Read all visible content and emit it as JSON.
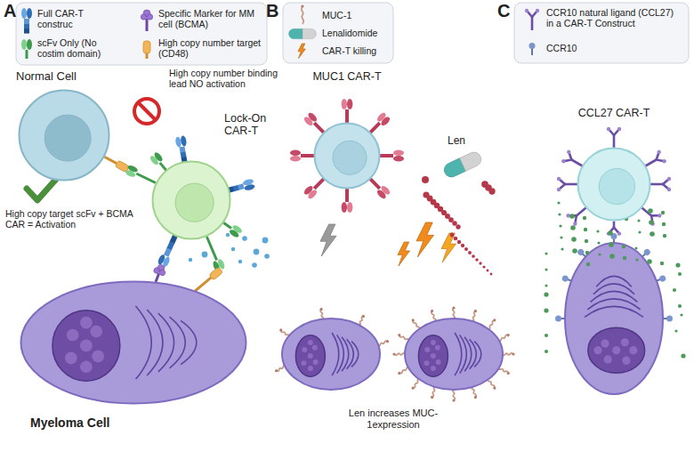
{
  "diagram": {
    "nodes": [
      {
        "text": [
          "Normal Cell"
        ]
      },
      {
        "text": [
          "Lock-On CAR-T"
        ]
      },
      {
        "text": [
          "Myeloma Cell"
        ]
      },
      {
        "text": [
          "MUC1 CAR-T"
        ]
      },
      {
        "text": [
          "CCL27 CAR-T"
        ]
      }
    ],
    "labels": [
      "A",
      "High copy number binding lead NO activation",
      "High copy target scFv + BCMA CAR = Activation",
      "B",
      "Len",
      "Len increases MUC-1expression",
      "C"
    ],
    "legend": [
      {
        "text": "Full CAR-T construc"
      },
      {
        "text": "Specific Marker for MM cell (BCMA)"
      },
      {
        "text": "scFv Only (No costim domain)"
      },
      {
        "text": "High copy number target (CD48)"
      },
      {
        "text": "MUC-1"
      },
      {
        "text": "Lenalidomide"
      },
      {
        "text": "CAR-T killing"
      },
      {
        "text": "CCR10 natural ligand (CCL27) in a CAR-T Construct"
      },
      {
        "text": "CCR10"
      }
    ]
  }
}
